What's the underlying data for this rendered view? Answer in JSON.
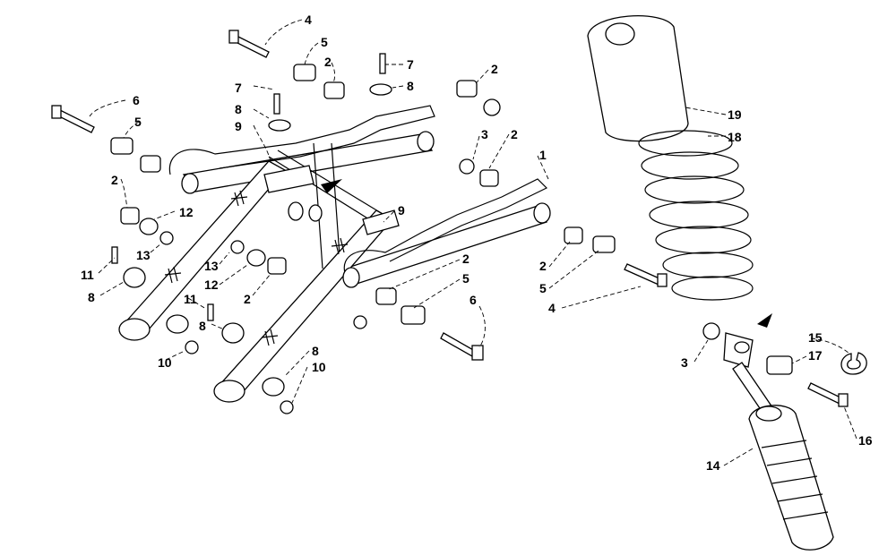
{
  "callouts": [
    "1",
    "2",
    "3",
    "4",
    "5",
    "6",
    "7",
    "8",
    "9",
    "10",
    "11",
    "12",
    "13",
    "14",
    "15",
    "16",
    "17",
    "18",
    "19"
  ],
  "colors": {
    "ink": "#000000",
    "paper": "#ffffff"
  }
}
